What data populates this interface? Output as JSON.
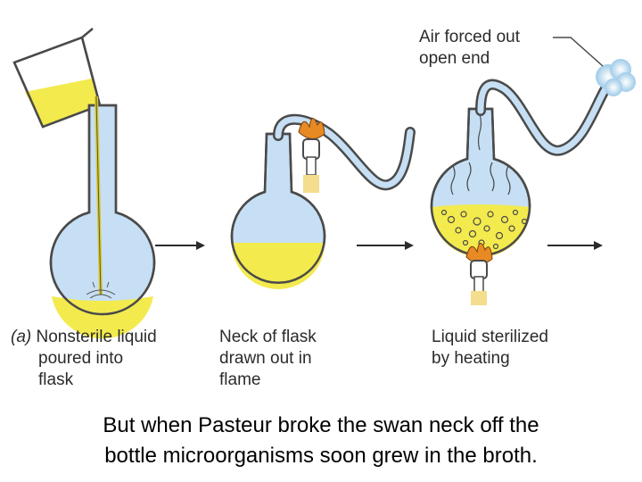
{
  "steps": [
    {
      "tag": "(a)",
      "lines": [
        "Nonsterile liquid",
        "poured into",
        "flask"
      ]
    },
    {
      "tag": "",
      "lines": [
        "Neck of flask",
        "drawn out in",
        "flame"
      ]
    },
    {
      "tag": "",
      "lines": [
        "Liquid sterilized",
        "by heating"
      ]
    }
  ],
  "callout": {
    "lines": [
      "Air forced out",
      "open end"
    ]
  },
  "footer": {
    "line1": "But when Pasteur broke the swan neck off the",
    "line2": "bottle microorganisms soon grew in the broth."
  },
  "colors": {
    "glass": "#c6dff4",
    "glass_stroke": "#4a4a4a",
    "liquid": "#f3ea4e",
    "flame": "#e88a24",
    "burner": "#f4dd8c",
    "vapor": "#b9dcf2"
  }
}
